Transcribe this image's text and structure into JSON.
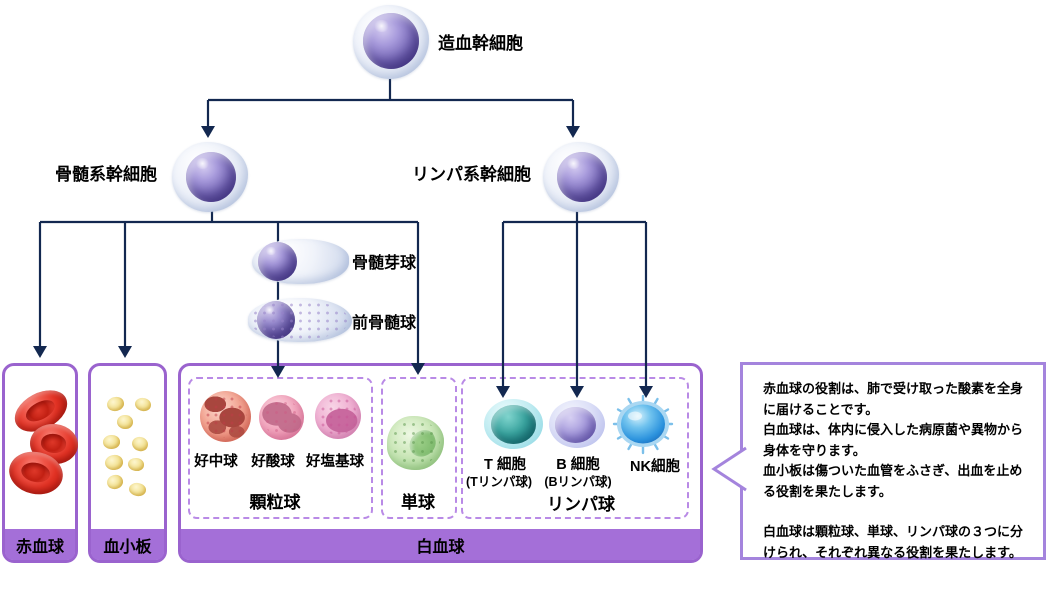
{
  "tree": {
    "hsc": "造血幹細胞",
    "myeloid": "骨髄系幹細胞",
    "lymphoid": "リンパ系幹細胞",
    "myeloblast": "骨髄芽球",
    "promyelocyte": "前骨髄球"
  },
  "groups": {
    "rbc": "赤血球",
    "platelet": "血小板",
    "wbc": "白血球",
    "granulocytes": {
      "label": "顆粒球",
      "members": [
        "好中球",
        "好酸球",
        "好塩基球"
      ]
    },
    "monocyte": {
      "label": "単球"
    },
    "lymphocytes": {
      "label": "リンパ球",
      "members": [
        {
          "name": "T 細胞",
          "alias": "(Tリンパ球)"
        },
        {
          "name": "B 細胞",
          "alias": "(Bリンパ球)"
        },
        {
          "name": "NK細胞",
          "alias": ""
        }
      ]
    }
  },
  "callout": {
    "p1": "赤血球の役割は、肺で受け取った酸素を全身に届けることです。",
    "p2": "白血球は、体内に侵入した病原菌や異物から身体を守ります。",
    "p3": "血小板は傷ついた血管をふさぎ、出血を止める役割を果たします。",
    "p4": "白血球は顆粒球、単球、リンパ球の３つに分けられ、それぞれ異なる役割を果たします。"
  },
  "colors": {
    "arrow": "#132850",
    "box_border": "#9a63ce",
    "box_label_bg": "#a46fd8",
    "dashed_border": "#b98ae6",
    "callout_border": "#a484dd"
  }
}
